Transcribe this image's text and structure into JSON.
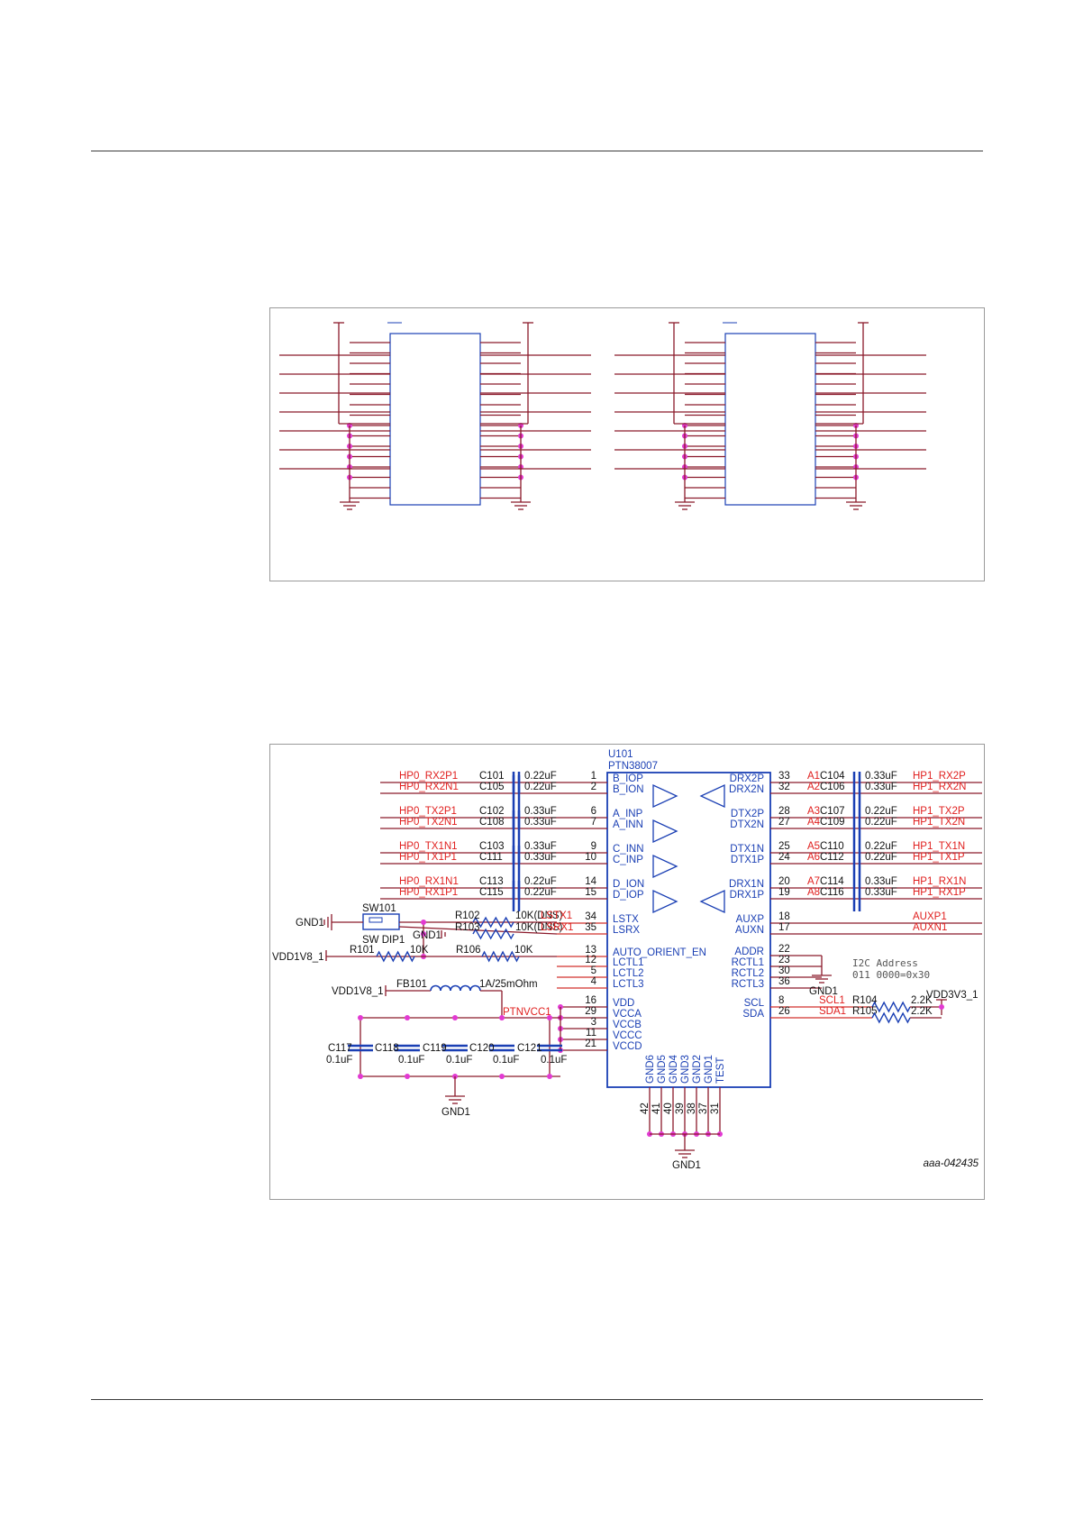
{
  "figure_bottom": {
    "chip": {
      "ref": "U101",
      "part": "PTN38007"
    },
    "left_signals": [
      {
        "net": "HP0_RX2P1",
        "cap": "C101",
        "value": "0.22uF",
        "pin": "1",
        "pinname": "B_IOP"
      },
      {
        "net": "HP0_RX2N1",
        "cap": "C105",
        "value": "0.22uF",
        "pin": "2",
        "pinname": "B_ION"
      },
      {
        "net": "HP0_TX2P1",
        "cap": "C102",
        "value": "0.33uF",
        "pin": "6",
        "pinname": "A_INP"
      },
      {
        "net": "HP0_TX2N1",
        "cap": "C108",
        "value": "0.33uF",
        "pin": "7",
        "pinname": "A_INN"
      },
      {
        "net": "HP0_TX1N1",
        "cap": "C103",
        "value": "0.33uF",
        "pin": "9",
        "pinname": "C_INN"
      },
      {
        "net": "HP0_TX1P1",
        "cap": "C111",
        "value": "0.33uF",
        "pin": "10",
        "pinname": "C_INP"
      },
      {
        "net": "HP0_RX1N1",
        "cap": "C113",
        "value": "0.22uF",
        "pin": "14",
        "pinname": "D_ION"
      },
      {
        "net": "HP0_RX1P1",
        "cap": "C115",
        "value": "0.22uF",
        "pin": "15",
        "pinname": "D_IOP"
      }
    ],
    "right_signals": [
      {
        "pinname": "DRX2P",
        "pin": "33",
        "ball": "A1",
        "cap": "C104",
        "value": "0.33uF",
        "net": "HP1_RX2P"
      },
      {
        "pinname": "DRX2N",
        "pin": "32",
        "ball": "A2",
        "cap": "C106",
        "value": "0.33uF",
        "net": "HP1_RX2N"
      },
      {
        "pinname": "DTX2P",
        "pin": "28",
        "ball": "A3",
        "cap": "C107",
        "value": "0.22uF",
        "net": "HP1_TX2P"
      },
      {
        "pinname": "DTX2N",
        "pin": "27",
        "ball": "A4",
        "cap": "C109",
        "value": "0.22uF",
        "net": "HP1_TX2N"
      },
      {
        "pinname": "DTX1N",
        "pin": "25",
        "ball": "A5",
        "cap": "C110",
        "value": "0.22uF",
        "net": "HP1_TX1N"
      },
      {
        "pinname": "DTX1P",
        "pin": "24",
        "ball": "A6",
        "cap": "C112",
        "value": "0.22uF",
        "net": "HP1_TX1P"
      },
      {
        "pinname": "DRX1N",
        "pin": "20",
        "ball": "A7",
        "cap": "C114",
        "value": "0.33uF",
        "net": "HP1_RX1N"
      },
      {
        "pinname": "DRX1P",
        "pin": "19",
        "ball": "A8",
        "cap": "C116",
        "value": "0.33uF",
        "net": "HP1_RX1P"
      }
    ],
    "aux": [
      {
        "pinname": "AUXP",
        "pin": "18",
        "net": "AUXP1"
      },
      {
        "pinname": "AUXN",
        "pin": "17",
        "net": "AUXN1"
      }
    ],
    "left_ctrl": [
      {
        "pin": "34",
        "pinname": "LSTX"
      },
      {
        "pin": "35",
        "pinname": "LSRX"
      },
      {
        "pin": "13",
        "pinname": "AUTO_ORIENT_EN"
      },
      {
        "pin": "12",
        "pinname": "LCTL1"
      },
      {
        "pin": "5",
        "pinname": "LCTL2"
      },
      {
        "pin": "4",
        "pinname": "LCTL3"
      }
    ],
    "power_pins": [
      {
        "pin": "16",
        "pinname": "VDD"
      },
      {
        "pin": "29",
        "pinname": "VCCA"
      },
      {
        "pin": "3",
        "pinname": "VCCB"
      },
      {
        "pin": "11",
        "pinname": "VCCC"
      },
      {
        "pin": "21",
        "pinname": "VCCD"
      }
    ],
    "right_ctrl": [
      {
        "pinname": "ADDR",
        "pin": "22"
      },
      {
        "pinname": "RCTL1",
        "pin": "23"
      },
      {
        "pinname": "RCTL2",
        "pin": "30"
      },
      {
        "pinname": "RCTL3",
        "pin": "36"
      }
    ],
    "i2c": [
      {
        "pinname": "SCL",
        "pin": "8",
        "net": "SCL1",
        "res": "R104",
        "value": "2.2K"
      },
      {
        "pinname": "SDA",
        "pin": "26",
        "net": "SDA1",
        "res": "R105",
        "value": "2.2K"
      }
    ],
    "gnd_pins": [
      {
        "pinname": "GND6",
        "pin": "42"
      },
      {
        "pinname": "GND5",
        "pin": "41"
      },
      {
        "pinname": "GND4",
        "pin": "40"
      },
      {
        "pinname": "GND3",
        "pin": "39"
      },
      {
        "pinname": "GND2",
        "pin": "38"
      },
      {
        "pinname": "GND1",
        "pin": "37"
      },
      {
        "pinname": "TEST",
        "pin": "31"
      }
    ],
    "switch": {
      "ref": "SW101",
      "type": "SW DIP1"
    },
    "r102": {
      "ref": "R102",
      "value": "10K(DNS)",
      "net": "LSTX1"
    },
    "r103": {
      "ref": "R103",
      "value": "10K(DNS)",
      "net": "LSRX1"
    },
    "r101": {
      "ref": "R101",
      "value": "10K"
    },
    "r106": {
      "ref": "R106",
      "value": "10K"
    },
    "fb101": {
      "ref": "FB101",
      "value": "1A/25mOhm"
    },
    "decoupling": [
      {
        "ref": "C117",
        "value": "0.1uF"
      },
      {
        "ref": "C118",
        "value": "0.1uF"
      },
      {
        "ref": "C119",
        "value": "0.1uF"
      },
      {
        "ref": "C120",
        "value": "0.1uF"
      },
      {
        "ref": "C121",
        "value": "0.1uF"
      }
    ],
    "nets": {
      "gnd": "GND1",
      "vdd1v8": "VDD1V8_1",
      "vdd3v3": "VDD3V3_1",
      "ptnvcc": "PTNVCC1"
    },
    "i2c_note": [
      "I2C Address",
      "011 0000=0x30"
    ],
    "figure_id": "aaa-042435"
  }
}
